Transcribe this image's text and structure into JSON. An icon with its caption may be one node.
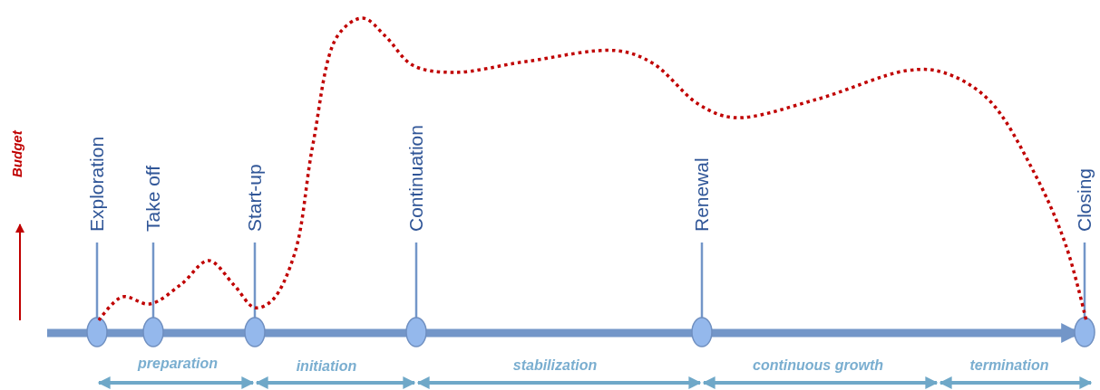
{
  "diagram": {
    "nodes": [
      {
        "text": [
          "Exploration"
        ]
      },
      {
        "text": [
          "Take off"
        ]
      },
      {
        "text": [
          "Start-up"
        ]
      },
      {
        "text": [
          "Continuation"
        ]
      },
      {
        "text": [
          "Renewal"
        ]
      },
      {
        "text": [
          "Closing"
        ]
      }
    ],
    "labels": [
      "Budget",
      "preparation",
      "initiation",
      "stabilization",
      "continuous growth",
      "termination"
    ]
  }
}
